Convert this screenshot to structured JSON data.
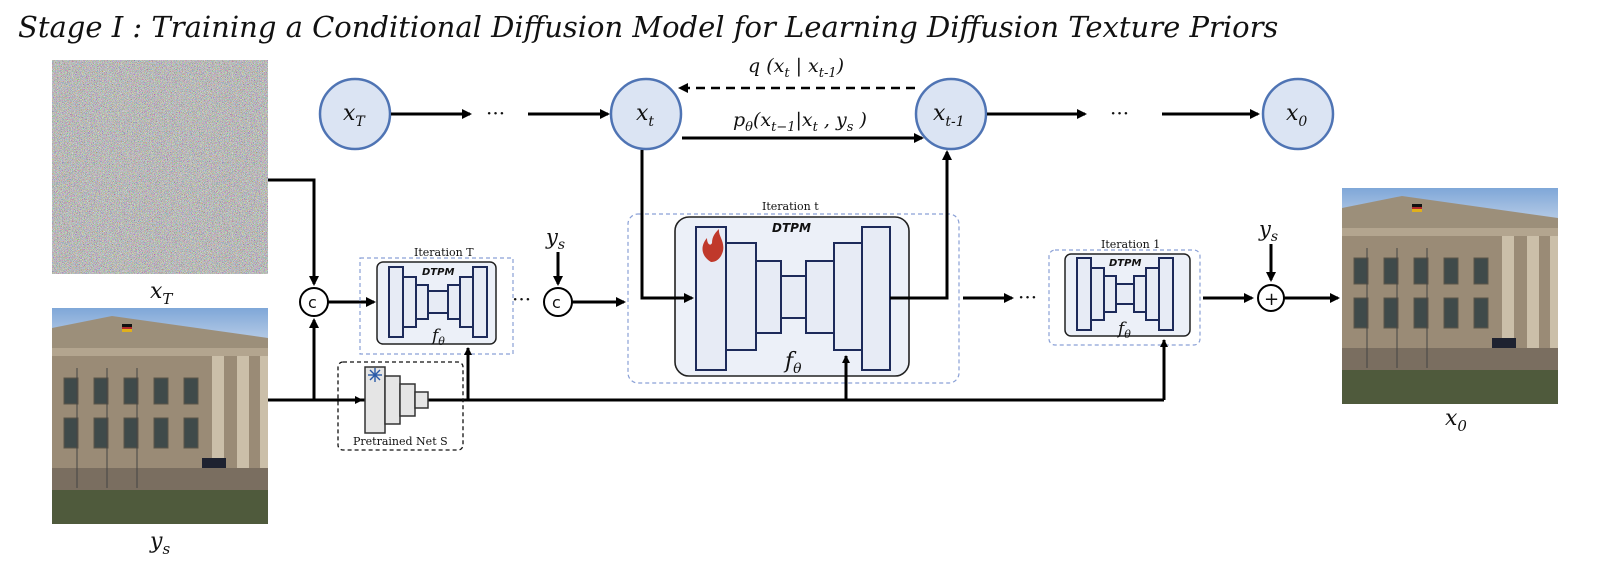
{
  "title": "Stage I : Training a Conditional Diffusion Model for Learning Diffusion Texture Priors",
  "chain": {
    "nodes": [
      {
        "id": "xT",
        "base": "x",
        "sub": "T"
      },
      {
        "id": "xt",
        "base": "x",
        "sub": "t"
      },
      {
        "id": "xt1",
        "base": "x",
        "sub": "t-1"
      },
      {
        "id": "x0",
        "base": "x",
        "sub": "0"
      }
    ],
    "ellipsis": "···",
    "forward_label": "q (xt | xt-1)",
    "reverse_label": "pθ(xt−1|xt , ys )"
  },
  "images": {
    "noise_label": "xT",
    "input_label": "ys",
    "output_label": "x0"
  },
  "concat_symbol": "c",
  "add_symbol": "+",
  "cond_label": "ys",
  "blocks": {
    "iter_T": {
      "title": "Iteration T",
      "model": "DTPM",
      "fn": "fθ"
    },
    "iter_t": {
      "title": "Iteration t",
      "model": "DTPM",
      "fn": "fθ"
    },
    "iter_1": {
      "title": "Iteration 1",
      "model": "DTPM",
      "fn": "fθ"
    },
    "pretrained": {
      "title": "Pretrained Net S"
    }
  },
  "icons": [
    "flame-icon",
    "snowflake-icon"
  ],
  "colors": {
    "node_fill": "#dbe4f3",
    "node_stroke": "#4f74b4",
    "box_dash": "#8aa0d6",
    "flame": "#c0392b"
  }
}
